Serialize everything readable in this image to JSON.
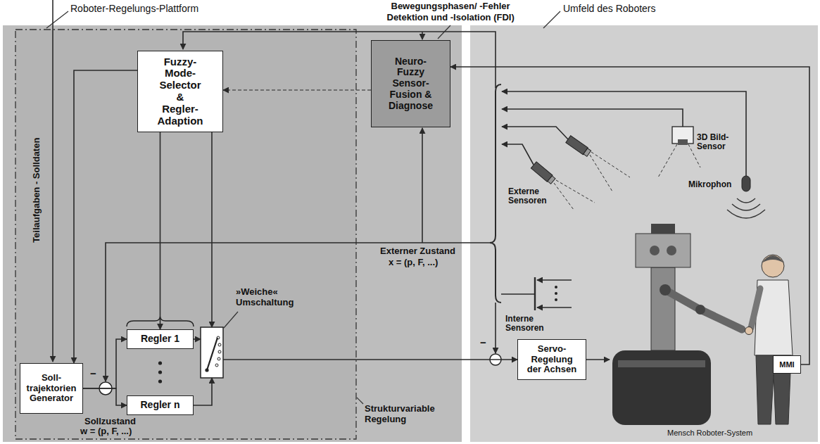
{
  "diagram": {
    "nodes": [
      {
        "text": [
          "Roboter-Regelungs-Plattform"
        ]
      },
      {
        "text": [
          "Strukturvariable Regelung"
        ],
        "in": 0
      },
      {
        "text": [
          "Fuzzy- Mode- Selector & Regler- Adaption"
        ],
        "in": 1
      },
      {
        "text": [
          "Neuro- Fuzzy Sensor- Fusion & Diagnose"
        ],
        "in": 0
      },
      {
        "text": [
          "Soll- trajektorien Generator"
        ],
        "in": 1
      },
      {
        "text": [
          "Regler 1"
        ],
        "in": 1
      },
      {
        "text": [
          "Regler n"
        ],
        "in": 1
      },
      {
        "text": [
          "»Weiche« Umschaltung"
        ],
        "in": 1
      },
      {
        "text": [
          "Umfeld des Roboters"
        ]
      },
      {
        "text": [
          "Servo- Regelung der Achsen"
        ],
        "in": 8
      },
      {
        "text": [
          "MMI"
        ],
        "in": 8
      }
    ],
    "edges": [
      {
        "from": 4,
        "to": 5,
        "arrow": "to"
      },
      {
        "from": 4,
        "to": 6,
        "arrow": "to"
      },
      {
        "from": 5,
        "to": 7,
        "arrow": "to"
      },
      {
        "from": 6,
        "to": 7,
        "arrow": "to"
      },
      {
        "from": 7,
        "to": 9,
        "arrow": "to"
      },
      {
        "from": 2,
        "to": 5,
        "arrow": "to"
      },
      {
        "from": 2,
        "to": 7,
        "arrow": "to"
      },
      {
        "from": 2,
        "to": 4,
        "arrow": "to"
      },
      {
        "from": 3,
        "to": 2,
        "arrow": "to"
      },
      {
        "from": 10,
        "to": 3,
        "arrow": "to"
      }
    ],
    "labels": [
      "Bewegungsphasen/ -Fehler",
      "Detektion und -Isolation (FDI)",
      "Teilaufgaben - Solldaten",
      "Externer Zustand",
      "x = (p, F, ...)",
      "Sollzustand",
      "w = (p, F, ...)",
      "−",
      "−",
      "3D Bild-Sensor",
      "Mikrophon",
      "Externe Sensoren",
      "Interne Sensoren",
      "Mensch Roboter-System"
    ]
  }
}
